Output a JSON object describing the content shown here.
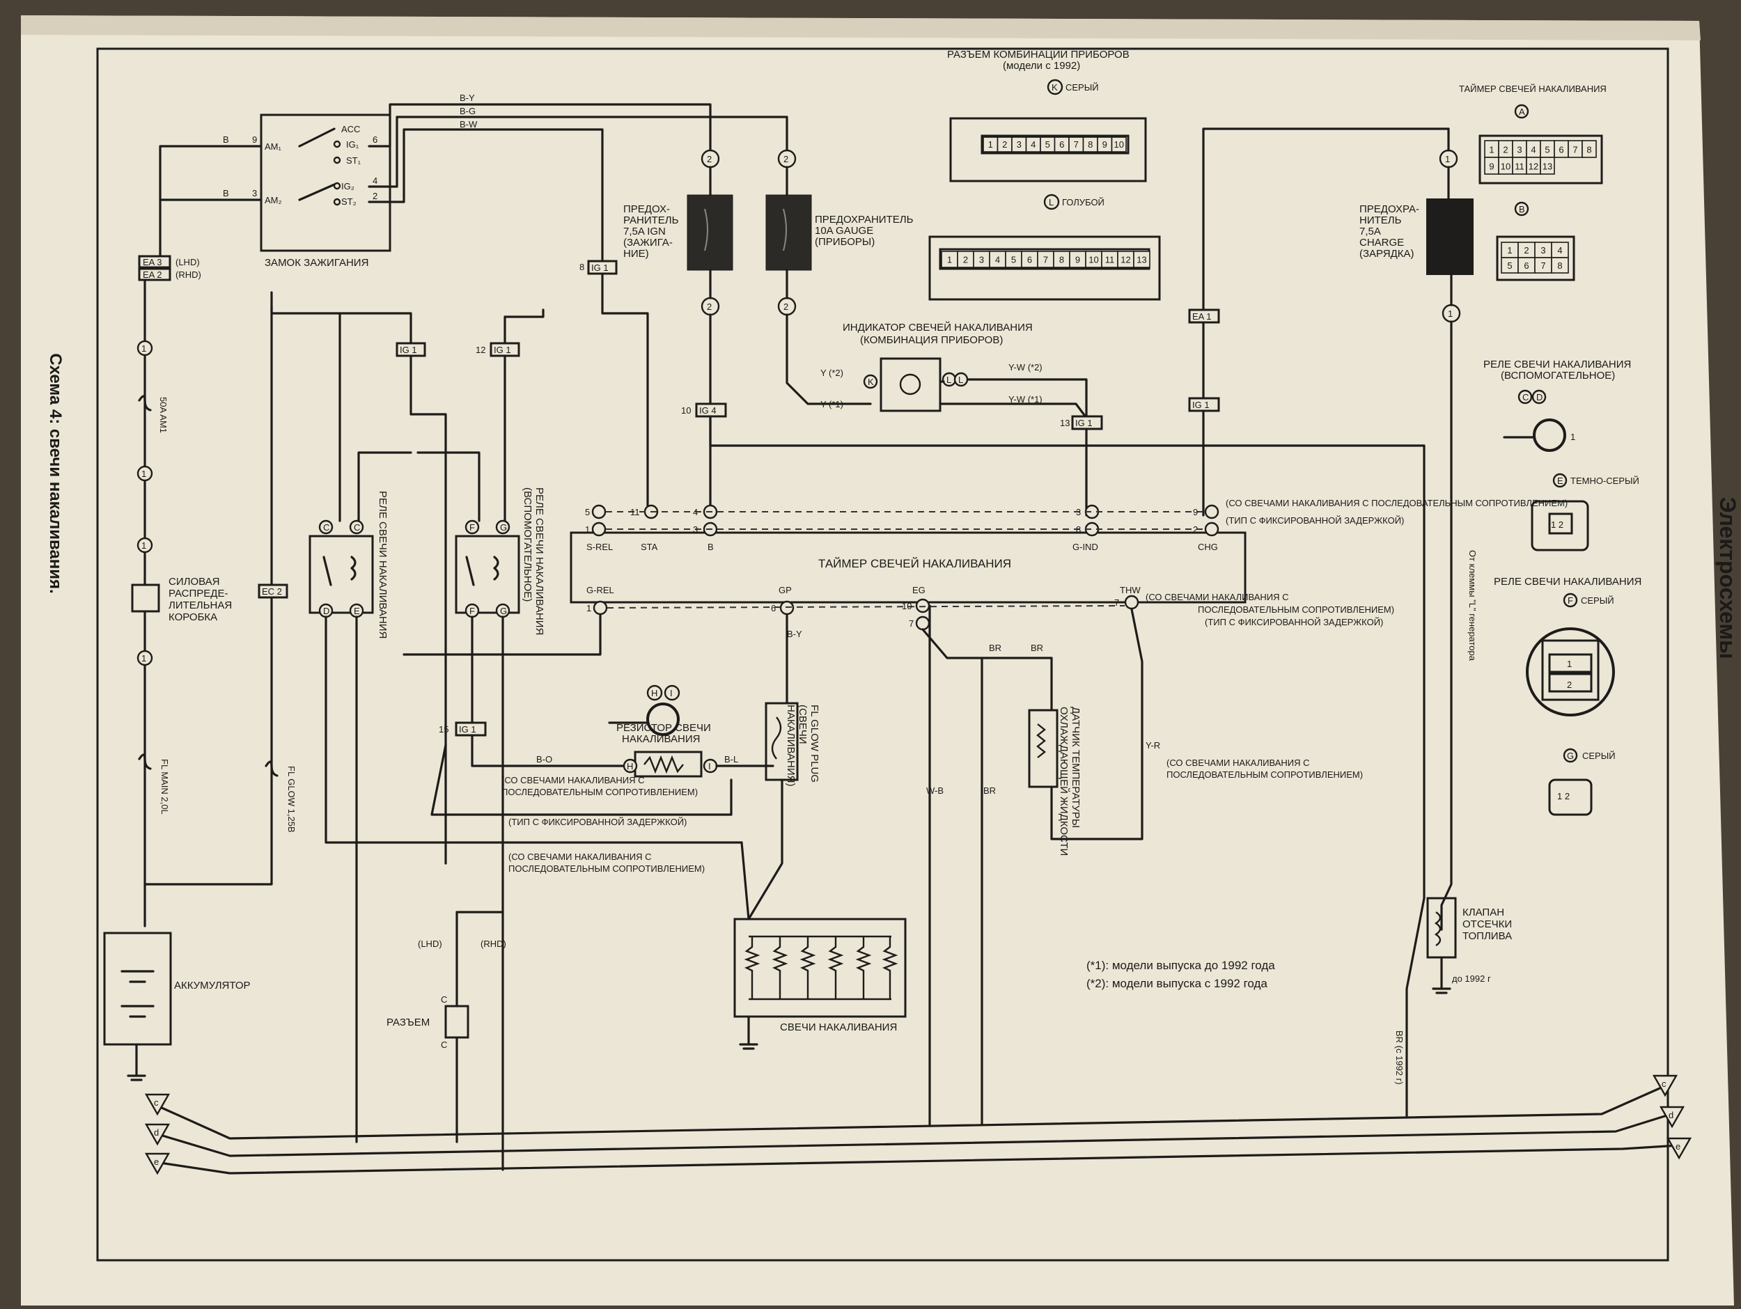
{
  "page": {
    "side_title_left": "Схема 4: свечи накаливания.",
    "side_title_right": "Электросхемы"
  },
  "components": {
    "ignition_switch": "ЗАМОК ЗАЖИГАНИЯ",
    "ign_contacts": [
      "ACC",
      "IG₁",
      "ST₁",
      "IG₂",
      "ST₂",
      "AM₁",
      "AM₂"
    ],
    "fuse_ign": [
      "ПРЕДОХ-",
      "РАНИТЕЛЬ",
      "7,5A IGN",
      "(ЗАЖИГА-",
      "НИЕ)"
    ],
    "fuse_gauge": [
      "ПРЕДОХРАНИТЕЛЬ",
      "10A GAUGE",
      "(ПРИБОРЫ)"
    ],
    "fuse_charge": [
      "ПРЕДОХРА-",
      "НИТЕЛЬ",
      "7,5A",
      "CHARGE",
      "(ЗАРЯДКА)"
    ],
    "fuse_am1": "50A AM1",
    "fuse_main": "FL MAIN 2,0L",
    "fuse_glow": "FL GLOW 1,25B",
    "power_box": [
      "СИЛОВАЯ",
      "РАСПРЕДЕ-",
      "ЛИТЕЛЬНАЯ",
      "КОРОБКА"
    ],
    "battery": "АККУМУЛЯТОР",
    "glow_indicator": [
      "ИНДИКАТОР СВЕЧЕЙ НАКАЛИВАНИЯ",
      "(КОМБИНАЦИЯ ПРИБОРОВ)"
    ],
    "timer": "ТАЙМЕР СВЕЧЕЙ НАКАЛИВАНИЯ",
    "timer_pins_top": [
      "S-REL",
      "STA",
      "B",
      "G-IND",
      "CHG"
    ],
    "timer_pins_bottom": [
      "G-REL",
      "GP",
      "EG",
      "THW"
    ],
    "relay_main": "РЕЛЕ СВЕЧИ НАКАЛИВАНИЯ",
    "relay_aux": [
      "РЕЛЕ СВЕЧИ НАКАЛИВАНИЯ",
      "(ВСПОМОГАТЕЛЬНОЕ)"
    ],
    "resistor": [
      "РЕЗИСТОР СВЕЧИ",
      "НАКАЛИВАНИЯ"
    ],
    "fl_glow_plug": [
      "FL GLOW PLUG",
      "(СВЕЧИ",
      "НАКАЛИВАНИЯ)"
    ],
    "coolant_sensor": [
      "ДАТЧИК ТЕМПЕРАТУРЫ",
      "ОХЛАЖДАЮЩЕЙ ЖИДКОСТИ"
    ],
    "glow_plugs": "СВЕЧИ НАКАЛИВАНИЯ",
    "connector": "РАЗЪЕМ",
    "fuel_valve": [
      "КЛАПАН",
      "ОТСЕЧКИ",
      "ТОПЛИВА"
    ],
    "fuel_valve_note": "до 1992 г",
    "alt_note": "От клеммы \"L\" генератора"
  },
  "notes": {
    "series_res": "(СО СВЕЧАМИ НАКАЛИВАНИЯ С ПОСЛЕДОВАТЕЛЬНЫМ СОПРОТИВЛЕНИЕМ)",
    "series_res_a": "(СО СВЕЧАМИ НАКАЛИВАНИЯ С",
    "series_res_b": "ПОСЛЕДОВАТЕЛЬНЫМ СОПРОТИВЛЕНИЕМ)",
    "fixed_delay": "(ТИП С ФИКСИРОВАННОЙ ЗАДЕРЖКОЙ)",
    "footnote_1": "(*1): модели выпуска до 1992 года",
    "footnote_2": "(*2): модели выпуска с 1992 года",
    "br_1992": "BR (с 1992 г)"
  },
  "connectors_panel": {
    "instrument_title": [
      "РАЗЪЕМ КОМБИНАЦИИ ПРИБОРОВ",
      "(модели с 1992)"
    ],
    "k_label": "СЕРЫЙ",
    "k_pins": [
      "1",
      "2",
      "3",
      "4",
      "5",
      "6",
      "7",
      "8",
      "9",
      "10"
    ],
    "l_label": "ГОЛУБОЙ",
    "l_pins": [
      "1",
      "2",
      "3",
      "4",
      "5",
      "6",
      "7",
      "8",
      "9",
      "10",
      "11",
      "12",
      "13"
    ],
    "timer_title": "ТАЙМЕР СВЕЧЕЙ НАКАЛИВАНИЯ",
    "timer_a_pins": [
      "1",
      "2",
      "3",
      "4",
      "5",
      "6",
      "7",
      "8",
      "9",
      "10",
      "11",
      "12",
      "13"
    ],
    "timer_b_pins": [
      "1",
      "2",
      "3",
      "4",
      "5",
      "6",
      "7",
      "8"
    ],
    "relay_aux_title": [
      "РЕЛЕ СВЕЧИ НАКАЛИВАНИЯ",
      "(ВСПОМОГАТЕЛЬНОЕ)"
    ],
    "e_label": "ТЕМНО-СЕРЫЙ",
    "relay_title": "РЕЛЕ СВЕЧИ НАКАЛИВАНИЯ",
    "f_label": "СЕРЫЙ",
    "g_label": "СЕРЫЙ"
  },
  "colors": {
    "paper": "#ece6d6",
    "ink": "#1d1c1a",
    "fuse_fill": "#2b2a27",
    "background": "#4a4136"
  }
}
